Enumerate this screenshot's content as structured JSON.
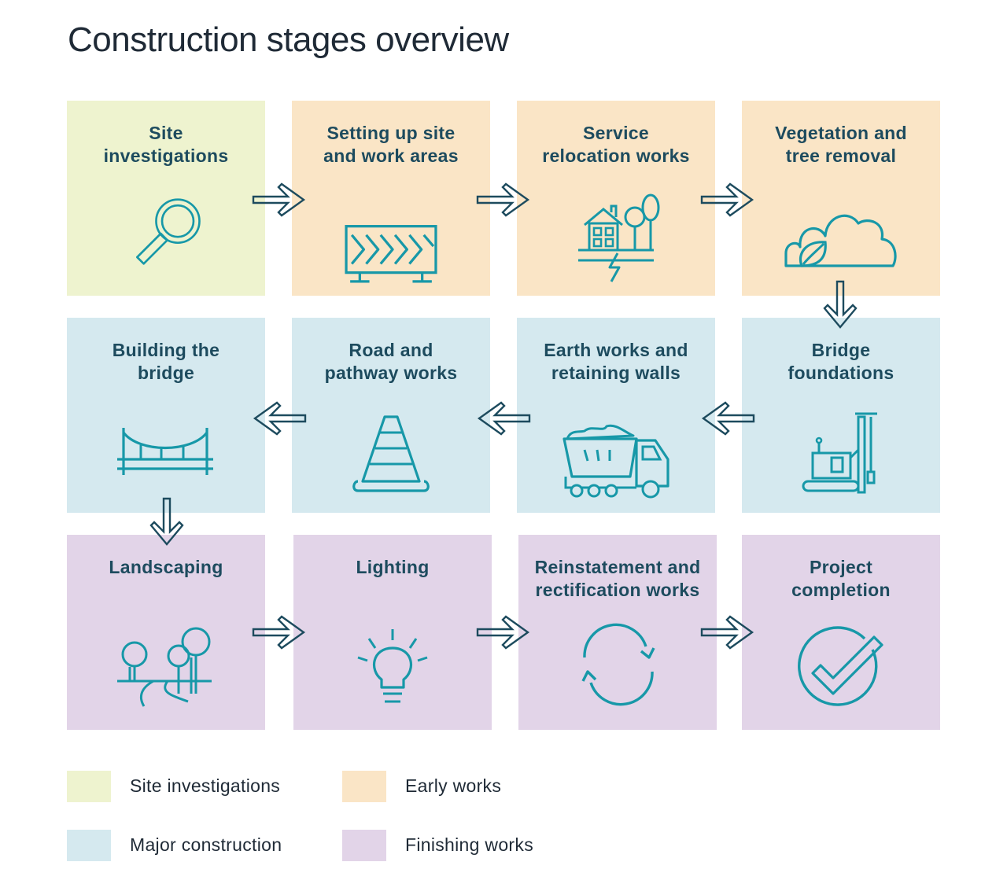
{
  "title": "Construction stages overview",
  "colors": {
    "site_investigations": "#eef3cf",
    "early_works": "#fae5c6",
    "major_construction": "#d5e9ef",
    "finishing_works": "#e2d4e8",
    "icon_stroke": "#1798a8",
    "arrow_stroke": "#1d4b5e",
    "label_text": "#1d4b5e"
  },
  "stages": [
    {
      "lines": [
        "Site",
        "investigations"
      ],
      "category": "site_investigations",
      "icon": "magnifier-icon"
    },
    {
      "lines": [
        "Setting up site",
        "and work areas"
      ],
      "category": "early_works",
      "icon": "barrier-icon"
    },
    {
      "lines": [
        "Service",
        "relocation works"
      ],
      "category": "early_works",
      "icon": "house-utilities-icon"
    },
    {
      "lines": [
        "Vegetation and",
        "tree removal"
      ],
      "category": "early_works",
      "icon": "shrub-leaf-icon"
    },
    {
      "lines": [
        "Bridge",
        "foundations"
      ],
      "category": "major_construction",
      "icon": "piling-rig-icon"
    },
    {
      "lines": [
        "Earth works and",
        "retaining walls"
      ],
      "category": "major_construction",
      "icon": "dump-truck-icon"
    },
    {
      "lines": [
        "Road and",
        "pathway works"
      ],
      "category": "major_construction",
      "icon": "traffic-cone-icon"
    },
    {
      "lines": [
        "Building the",
        "bridge"
      ],
      "category": "major_construction",
      "icon": "bridge-icon"
    },
    {
      "lines": [
        "Landscaping"
      ],
      "category": "finishing_works",
      "icon": "trees-icon"
    },
    {
      "lines": [
        "Lighting"
      ],
      "category": "finishing_works",
      "icon": "lightbulb-icon"
    },
    {
      "lines": [
        "Reinstatement and",
        "rectification works"
      ],
      "category": "finishing_works",
      "icon": "cycle-arrows-icon"
    },
    {
      "lines": [
        "Project",
        "completion"
      ],
      "category": "finishing_works",
      "icon": "check-circle-icon"
    }
  ],
  "legend": [
    {
      "label": "Site investigations",
      "category": "site_investigations"
    },
    {
      "label": "Early works",
      "category": "early_works"
    },
    {
      "label": "Major construction",
      "category": "major_construction"
    },
    {
      "label": "Finishing works",
      "category": "finishing_works"
    }
  ]
}
